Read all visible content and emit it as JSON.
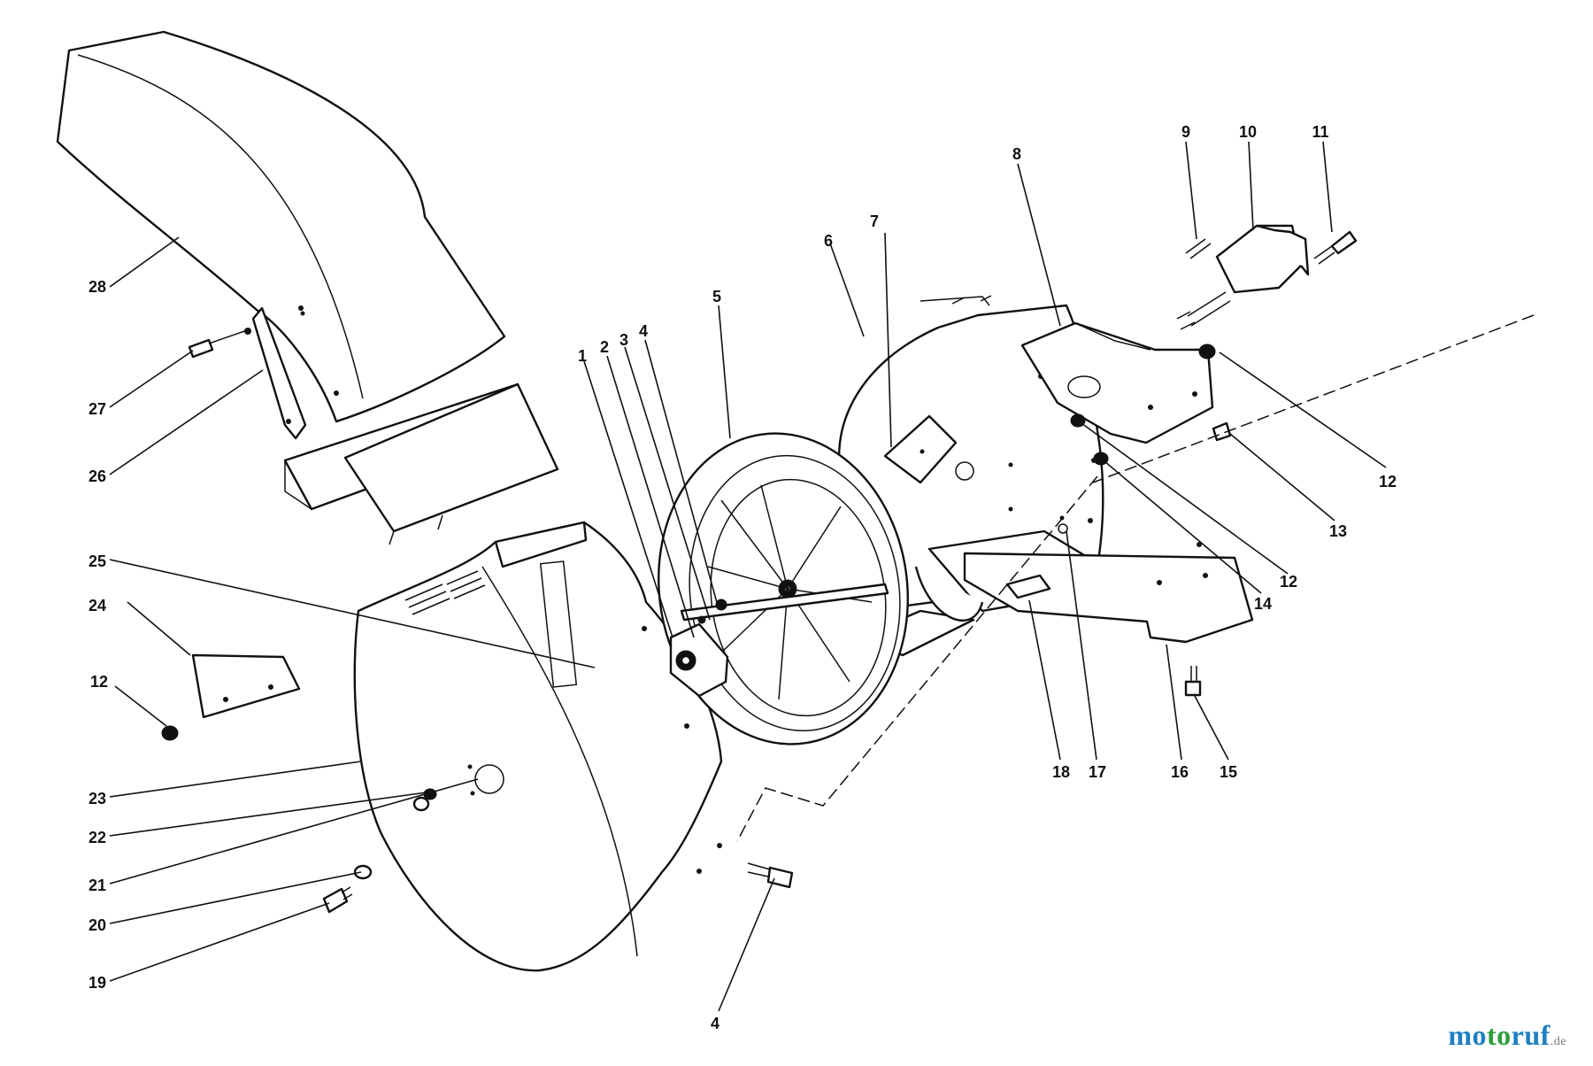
{
  "callouts": {
    "c1": "1",
    "c2": "2",
    "c3": "3",
    "c4a": "4",
    "c4b": "4",
    "c5": "5",
    "c6": "6",
    "c7": "7",
    "c8": "8",
    "c9": "9",
    "c10": "10",
    "c11": "11",
    "c12a": "12",
    "c12b": "12",
    "c12c": "12",
    "c13": "13",
    "c14": "14",
    "c15": "15",
    "c16": "16",
    "c17": "17",
    "c18": "18",
    "c19": "19",
    "c20": "20",
    "c21": "21",
    "c22": "22",
    "c23": "23",
    "c24": "24",
    "c25": "25",
    "c26": "26",
    "c27": "27",
    "c28": "28"
  },
  "watermark": {
    "part1": "mo",
    "part2": "to",
    "part3": "ruf",
    "suffix": ".de"
  },
  "colors": {
    "line": "#111111",
    "background": "#ffffff",
    "watermark_blue": "#1e7fc2",
    "watermark_green": "#2e9e3a"
  }
}
